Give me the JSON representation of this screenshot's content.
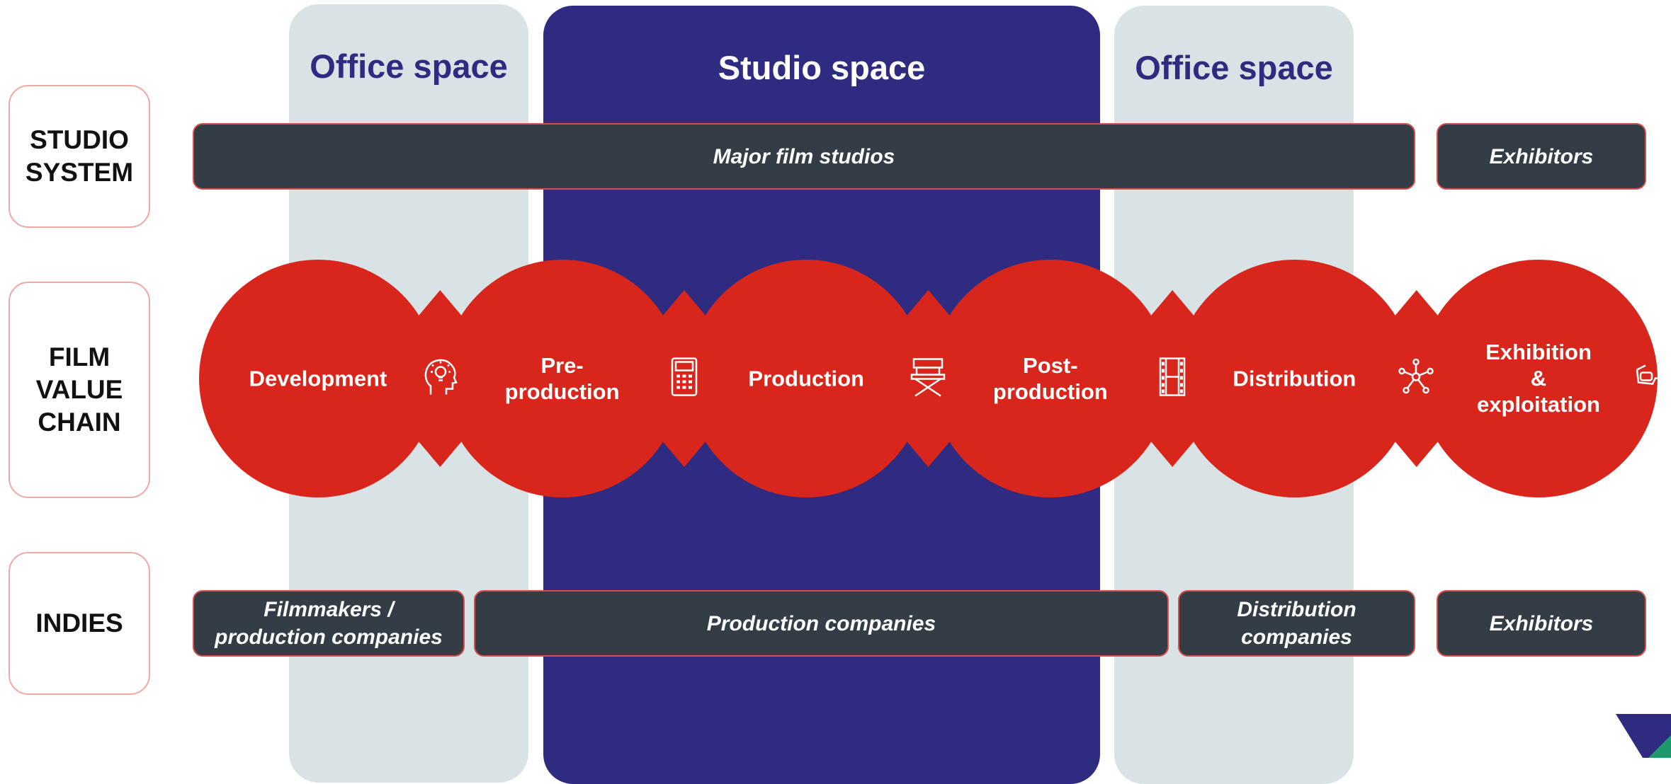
{
  "columns": {
    "office_left": "Office space",
    "studio": "Studio space",
    "office_right": "Office space"
  },
  "rows": {
    "studio_system": "STUDIO\nSYSTEM",
    "film_value_chain": "FILM\nVALUE\nCHAIN",
    "indies": "INDIES"
  },
  "studio_system": {
    "major": "Major film studios",
    "exhibitors": "Exhibitors"
  },
  "stages": [
    {
      "label": "Development",
      "icon": "lightbulb-head-icon"
    },
    {
      "label": "Pre-\nproduction",
      "icon": "calculator-icon"
    },
    {
      "label": "Production",
      "icon": "director-chair-icon"
    },
    {
      "label": "Post-\nproduction",
      "icon": "film-strip-icon"
    },
    {
      "label": "Distribution",
      "icon": "network-icon"
    },
    {
      "label": "Exhibition\n&\nexploitation",
      "icon": "3d-glasses-icon"
    }
  ],
  "indies": {
    "filmmakers": "Filmmakers /\nproduction companies",
    "production": "Production companies",
    "distribution": "Distribution\ncompanies",
    "exhibitors": "Exhibitors"
  },
  "colors": {
    "studio_band": "#2e2b80",
    "office_band": "#d9e3e6",
    "chain_red": "#d9261c",
    "bar_dark": "#343c45",
    "label_border": "#f0a8a4"
  }
}
